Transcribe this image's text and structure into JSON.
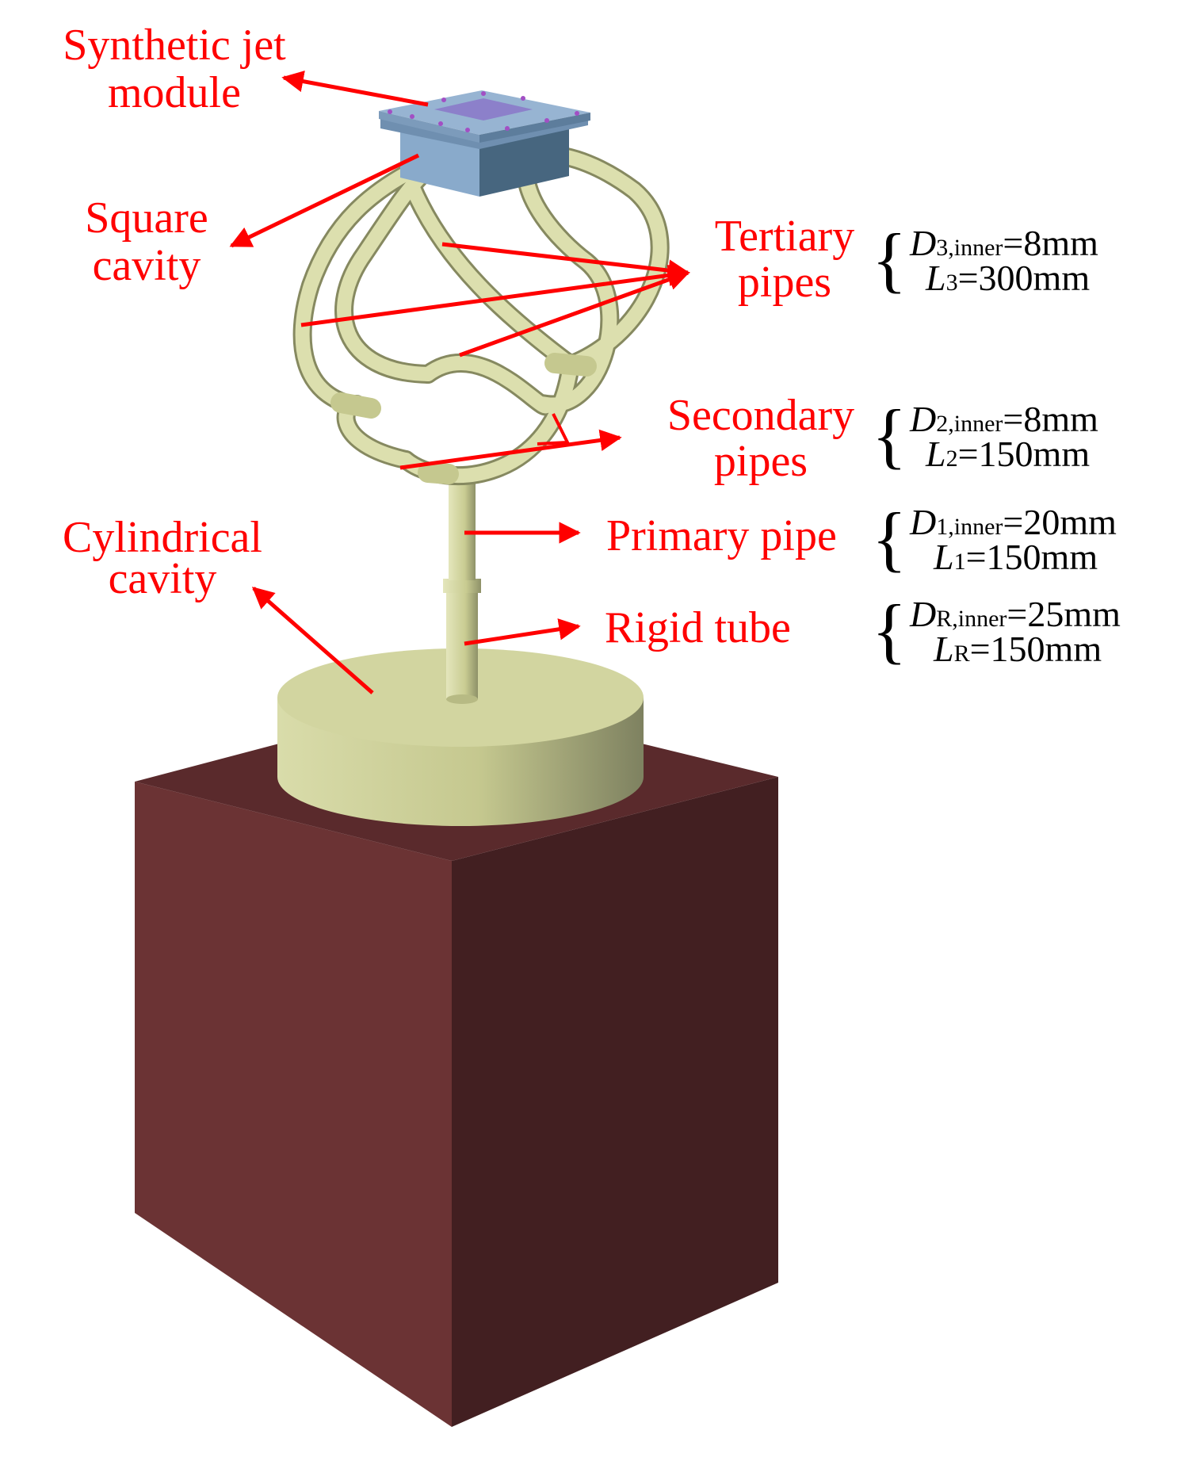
{
  "labels": {
    "synthetic_jet": [
      "Synthetic jet",
      "module"
    ],
    "square_cavity": [
      "Square",
      "cavity"
    ],
    "tertiary_pipes": [
      "Tertiary",
      "pipes"
    ],
    "secondary_pipes": [
      "Secondary",
      "pipes"
    ],
    "primary_pipe": "Primary pipe",
    "cylindrical_cavity": [
      "Cylindrical",
      "cavity"
    ],
    "rigid_tube": "Rigid tube"
  },
  "specs": {
    "tertiary": {
      "d_sym": "D",
      "d_sub": "3,inner",
      "d_val": "=8mm",
      "l_sym": "L",
      "l_sub": "3",
      "l_val": "=300mm"
    },
    "secondary": {
      "d_sym": "D",
      "d_sub": "2,inner",
      "d_val": "=8mm",
      "l_sym": "L",
      "l_sub": "2",
      "l_val": "=150mm"
    },
    "primary": {
      "d_sym": "D",
      "d_sub": "1,inner",
      "d_val": "=20mm",
      "l_sym": "L",
      "l_sub": "1",
      "l_val": "=150mm"
    },
    "rigid": {
      "d_sym": "D",
      "d_sub": "R,inner",
      "d_val": "=25mm",
      "l_sym": "L",
      "l_sub": "R",
      "l_val": "=150mm"
    }
  },
  "colors": {
    "annotation": "#ff0000",
    "pedestal_front": "#6b3334",
    "pedestal_side": "#421f21",
    "cavity_body": "#cfd29a",
    "pipe": "#dcdfae",
    "module": "#7ea2c4"
  }
}
